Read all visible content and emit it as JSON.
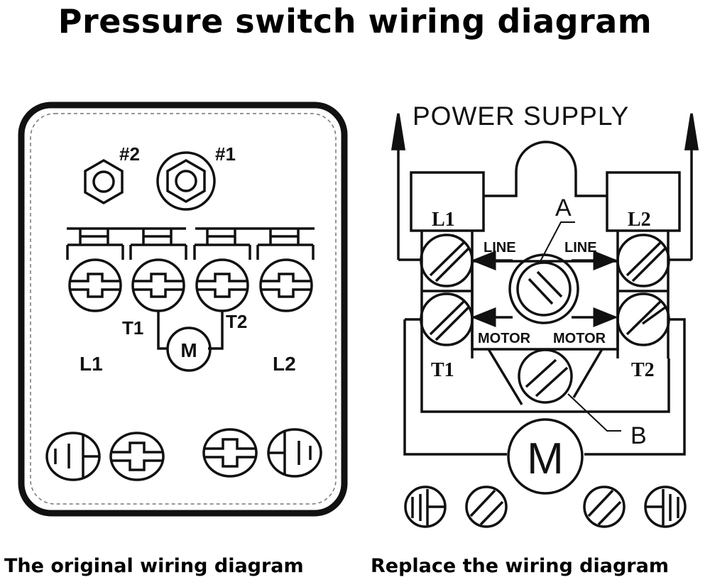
{
  "title": "Pressure switch wiring diagram",
  "left_diagram": {
    "caption": "The original wiring diagram",
    "nut_labels": [
      "#2",
      "#1"
    ],
    "terminal_labels": {
      "t1": "T1",
      "t2": "T2",
      "l1": "L1",
      "l2": "L2"
    },
    "motor_label": "M"
  },
  "right_diagram": {
    "caption": "Replace the wiring diagram",
    "power_supply_label": "POWER SUPPLY",
    "terminal_labels": {
      "l1": "L1",
      "l2": "L2",
      "t1": "T1",
      "t2": "T2"
    },
    "line_labels": [
      "LINE",
      "LINE"
    ],
    "motor_labels": [
      "MOTOR",
      "MOTOR"
    ],
    "callouts": {
      "a": "A",
      "b": "B"
    },
    "motor_label": "M"
  },
  "colors": {
    "ink": "#111111",
    "background": "#ffffff",
    "dashed_border": "#777777"
  }
}
